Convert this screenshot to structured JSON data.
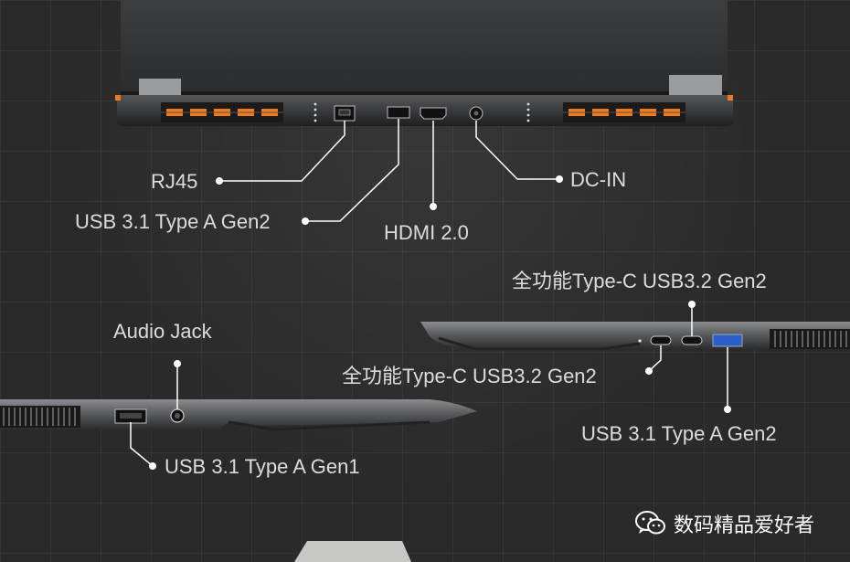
{
  "rear_labels": {
    "rj45": "RJ45",
    "usb_a_gen2": "USB 3.1 Type A Gen2",
    "hdmi": "HDMI 2.0",
    "dc_in": "DC-IN"
  },
  "right_side_labels": {
    "type_c_top": "全功能Type-C USB3.2 Gen2",
    "type_c_mid": "全功能Type-C USB3.2 Gen2",
    "usb_a_gen2": "USB 3.1 Type A Gen2"
  },
  "left_side_labels": {
    "audio_jack": "Audio Jack",
    "usb_a_gen1": "USB 3.1 Type A Gen1"
  },
  "watermark": {
    "icon": "wechat-icon",
    "text": "数码精品爱好者"
  },
  "colors": {
    "background": "#2a2a2b",
    "vent_accent": "#f07a1c",
    "label_text": "#dcdcdc",
    "leader_line": "#ffffff"
  }
}
